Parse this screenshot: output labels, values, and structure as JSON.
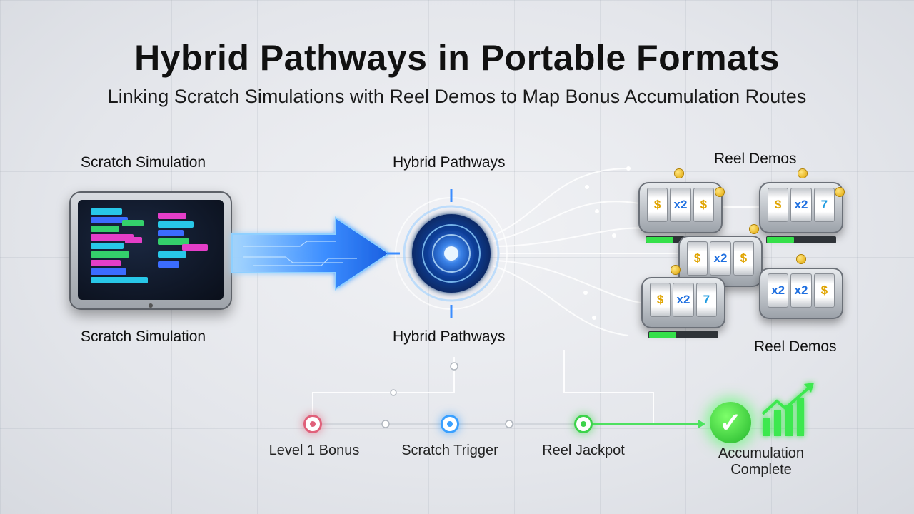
{
  "title": "Hybrid Pathways in Portable Formats",
  "subtitle": "Linking Scratch Simulations with Reel Demos to Map Bonus Accumulation Routes",
  "labels": {
    "scratch_top": "Scratch Simulation",
    "scratch_bottom": "Scratch Simulation",
    "hybrid_top": "Hybrid Pathways",
    "hybrid_bottom": "Hybrid Pathways",
    "reel_top": "Reel Demos",
    "reel_bottom": "Reel Demos"
  },
  "steps": [
    {
      "label": "Level 1 Bonus",
      "color": "#e0607a"
    },
    {
      "label": "Scratch Trigger",
      "color": "#3aa0ff"
    },
    {
      "label": "Reel Jackpot",
      "color": "#3cd34a"
    }
  ],
  "completion": {
    "label": "Accumulation Complete",
    "icon": "check-icon",
    "color": "#2ecc40"
  },
  "slot_symbols": [
    [
      "$",
      "x2",
      "$"
    ],
    [
      "$",
      "x2",
      "7"
    ],
    [
      "$",
      "x2",
      "$"
    ],
    [
      "$",
      "x2",
      "7"
    ],
    [
      "x2",
      "x2",
      "$"
    ]
  ],
  "colors": {
    "accent_blue": "#2f8dff",
    "accent_green": "#35e04a",
    "text": "#111111"
  }
}
